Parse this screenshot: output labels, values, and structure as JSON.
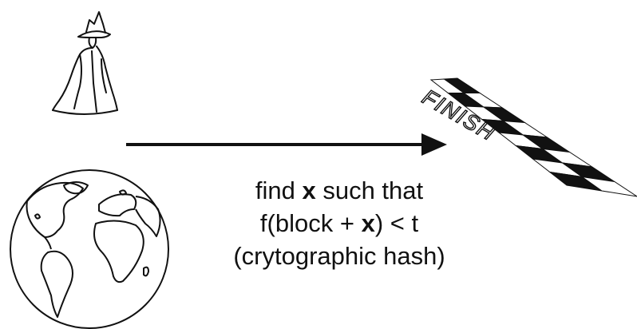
{
  "caption": {
    "line1": {
      "before": "find ",
      "bold": "x",
      "after": " such that"
    },
    "line2": {
      "before": "f(block + ",
      "bold": "x",
      "after": ") < t"
    },
    "line3": "(crytographic hash)"
  },
  "finish_flag": {
    "label": "FINISH"
  },
  "colors": {
    "ink": "#111111",
    "background": "#ffffff"
  },
  "icons": [
    "hooded-figure-icon",
    "globe-icon",
    "arrow-icon",
    "finish-flag-icon"
  ]
}
